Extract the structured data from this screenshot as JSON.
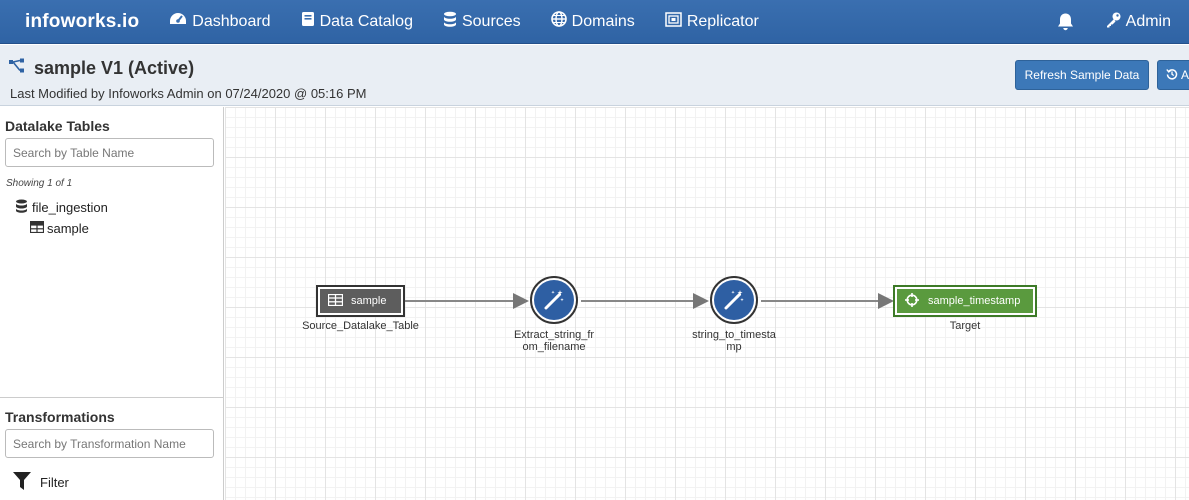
{
  "nav": {
    "brand": "infoworks.io",
    "items": [
      {
        "label": "Dashboard",
        "icon": "dashboard-icon"
      },
      {
        "label": "Data Catalog",
        "icon": "book-icon"
      },
      {
        "label": "Sources",
        "icon": "database-icon"
      },
      {
        "label": "Domains",
        "icon": "globe-icon"
      },
      {
        "label": "Replicator",
        "icon": "replicator-icon"
      }
    ],
    "user": "Admin"
  },
  "header": {
    "title": "sample V1 (Active)",
    "modified": "Last Modified by Infoworks Admin on 07/24/2020 @ 05:16 PM",
    "refresh_button": "Refresh Sample Data",
    "other_button": "A"
  },
  "sidebar": {
    "tables_heading": "Datalake Tables",
    "tables_search_placeholder": "Search by Table Name",
    "showing": "Showing 1 of 1",
    "database": "file_ingestion",
    "table": "sample",
    "transformations_heading": "Transformations",
    "transformations_search_placeholder": "Search by Transformation Name",
    "filter": "Filter"
  },
  "pipeline": {
    "source": {
      "label": "sample",
      "caption": "Source_Datalake_Table"
    },
    "transform1": {
      "caption_line1": "Extract_string_fr",
      "caption_line2": "om_filename"
    },
    "transform2": {
      "caption_line1": "string_to_timesta",
      "caption_line2": "mp"
    },
    "target": {
      "label": "sample_timestamp",
      "caption": "Target"
    }
  },
  "colors": {
    "nav": "#3a6fb0",
    "button": "#3c78b8",
    "source_node": "#5d5d5d",
    "target_node": "#5a9a3e",
    "transform_node": "#2e5fa3"
  }
}
